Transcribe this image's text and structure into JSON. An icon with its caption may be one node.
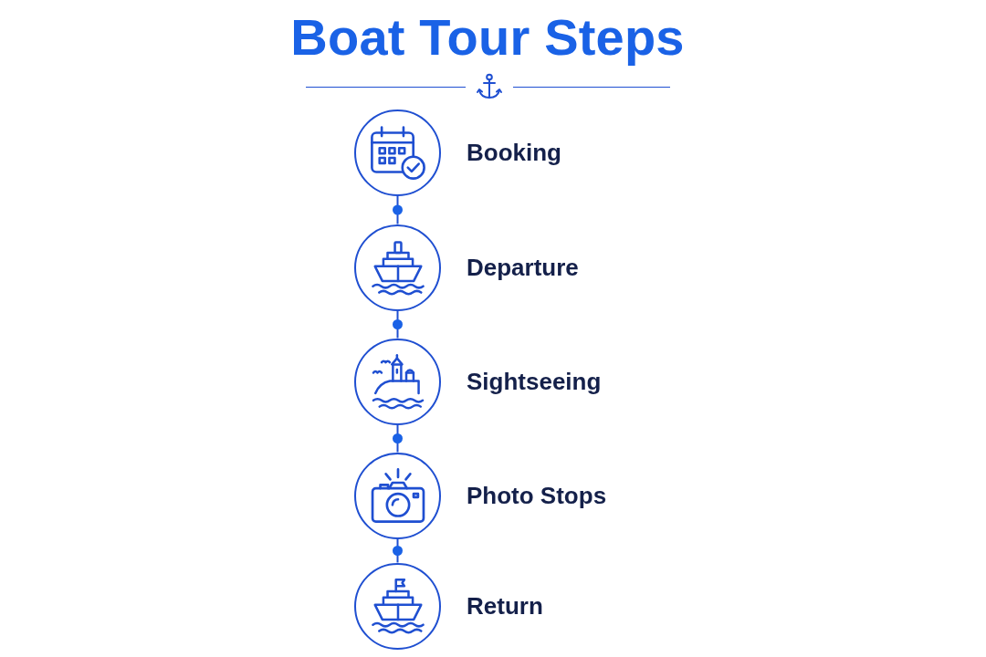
{
  "diagram": {
    "title": "Boat Tour Steps",
    "nodes": [
      {
        "text": [
          "Booking"
        ]
      },
      {
        "text": [
          "Departure"
        ]
      },
      {
        "text": [
          "Sightseeing"
        ]
      },
      {
        "text": [
          "Photo Stops"
        ]
      },
      {
        "text": [
          "Return"
        ]
      }
    ],
    "edges": [
      {
        "from": 0,
        "to": 1,
        "arrow": "none"
      },
      {
        "from": 1,
        "to": 2,
        "arrow": "none"
      },
      {
        "from": 2,
        "to": 3,
        "arrow": "none"
      },
      {
        "from": 3,
        "to": 4,
        "arrow": "none"
      }
    ]
  }
}
